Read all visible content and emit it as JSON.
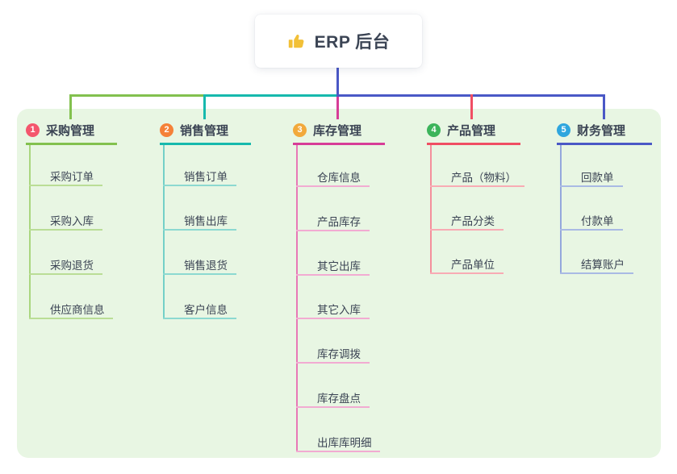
{
  "root": {
    "title": "ERP 后台",
    "icon": "thumbs-up-icon"
  },
  "branches": [
    {
      "number": "1",
      "title": "采购管理",
      "badge_color": "#f4566d",
      "line_color": "#82c14e",
      "stem_color": "#aad67f",
      "child_line_color": "#badd96",
      "children": [
        "采购订单",
        "采购入库",
        "采购退货",
        "供应商信息"
      ]
    },
    {
      "number": "2",
      "title": "销售管理",
      "badge_color": "#f58138",
      "line_color": "#16b9ad",
      "stem_color": "#74d0c8",
      "child_line_color": "#8cd9d1",
      "children": [
        "销售订单",
        "销售出库",
        "销售退货",
        "客户信息"
      ]
    },
    {
      "number": "3",
      "title": "库存管理",
      "badge_color": "#f2a93b",
      "line_color": "#d73d97",
      "stem_color": "#e878b6",
      "child_line_color": "#f2abd2",
      "children": [
        "仓库信息",
        "产品库存",
        "其它出库",
        "其它入库",
        "库存调拨",
        "库存盘点",
        "出库库明细"
      ]
    },
    {
      "number": "4",
      "title": "产品管理",
      "badge_color": "#3cb45b",
      "line_color": "#f04e63",
      "stem_color": "#f58f9c",
      "child_line_color": "#f8abb4",
      "children": [
        "产品（物料）",
        "产品分类",
        "产品单位"
      ]
    },
    {
      "number": "5",
      "title": "财务管理",
      "badge_color": "#2fa6de",
      "line_color": "#4a58c6",
      "stem_color": "#95a8dc",
      "child_line_color": "#a9bae4",
      "children": [
        "回款单",
        "付款单",
        "结算账户"
      ]
    }
  ],
  "colors": {
    "canvas_bg": "#ffffff",
    "panel_bg": "#e8f6e3",
    "text": "#3b4454",
    "root_stem": "#4a58c6",
    "thumb_yellow": "#f2c037"
  }
}
